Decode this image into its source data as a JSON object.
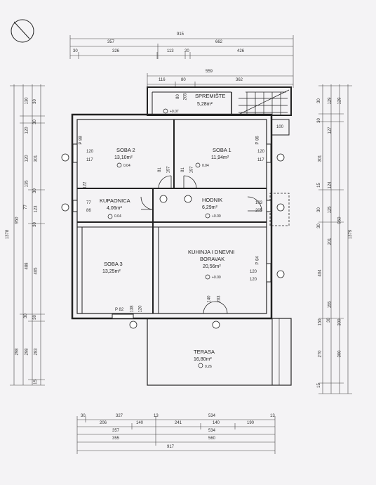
{
  "rooms": {
    "spremiste": {
      "name": "SPREMIŠTE",
      "area": "5,28m²",
      "level": "+0.07"
    },
    "soba2": {
      "name": "SOBA 2",
      "area": "13,10m²",
      "level": "0.04",
      "p": "P 88",
      "w1": "120",
      "w2": "117"
    },
    "soba1": {
      "name": "SOBA 1",
      "area": "11,94m²",
      "level": "0.04",
      "p": "P 86",
      "w1": "120",
      "w2": "117"
    },
    "kupaonica": {
      "name": "KUPAONICA",
      "area": "4,06m²",
      "level": "0.04",
      "w1": "77",
      "w2": "86"
    },
    "hodnik": {
      "name": "HODNIK",
      "area": "6,29m²",
      "level": "+0.00",
      "w1": "103",
      "w2": "205"
    },
    "soba3": {
      "name": "SOBA 3",
      "area": "13,25m²",
      "p": "P 82",
      "w1": "138",
      "w2": "120"
    },
    "kuhinja": {
      "name1": "KUHINJA I DNEVNI",
      "name2": "BORAVAK",
      "area": "20,56m²",
      "level": "+0.00",
      "p": "P 84",
      "w1": "120",
      "w2": "120",
      "d1": "140",
      "d2": "203"
    },
    "terasa": {
      "name": "TERASA",
      "area": "16,80m²",
      "level": "0.26"
    }
  },
  "inner_dims": {
    "d81a": "81",
    "d197a": "197",
    "d81b": "81",
    "d197b": "197",
    "d100": "100",
    "d122": "122",
    "d80": "80",
    "d205": "205"
  },
  "top_dims": {
    "row1": [
      "915"
    ],
    "row2": [
      "357",
      "662"
    ],
    "row3": [
      "30",
      "326",
      "113",
      "20",
      "426"
    ],
    "row4": [
      "559"
    ],
    "row5": [
      "116",
      "80",
      "362"
    ]
  },
  "bottom_dims": {
    "row1": [
      "30",
      "327",
      "13",
      "534"
    ],
    "row2": [
      "206",
      "140",
      "241",
      "140",
      "190",
      "13"
    ],
    "row3": [
      "357",
      "534"
    ],
    "row4": [
      "355",
      "560"
    ],
    "row5": [
      "917"
    ]
  },
  "left_dims": {
    "outer": "1378",
    "col2": [
      "950",
      "298"
    ],
    "col3": [
      "130",
      "120",
      "120",
      "135",
      "77",
      "488",
      "30",
      "298"
    ],
    "col4": [
      "30",
      "30",
      "301",
      "30",
      "123",
      "30",
      "405",
      "30",
      "283",
      "15"
    ]
  },
  "right_dims": {
    "outer": "1379",
    "col2": [
      "129",
      "950",
      "300"
    ],
    "col3": [
      "129",
      "127",
      "301",
      "124",
      "125",
      "201",
      "404",
      "155",
      "150",
      "270",
      "15"
    ],
    "col4": [
      "30",
      "30",
      "15",
      "30",
      "30",
      "30"
    ]
  }
}
